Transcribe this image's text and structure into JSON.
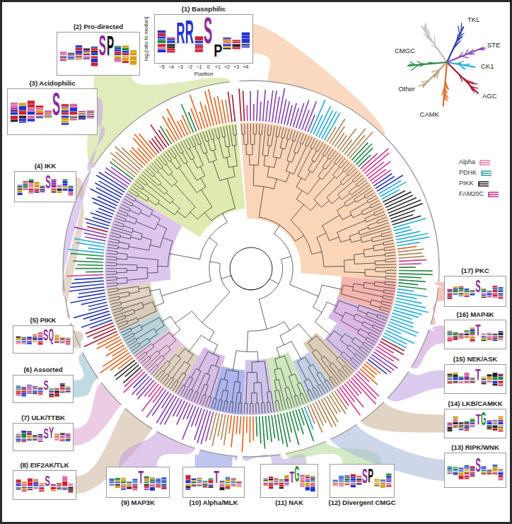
{
  "diagram": {
    "nodes": [
      {
        "text": [
          "(1) Basophilic"
        ]
      },
      {
        "text": [
          "(2) Pro-directed"
        ]
      },
      {
        "text": [
          "(3) Acidophilic"
        ]
      },
      {
        "text": [
          "(4) IKK"
        ]
      },
      {
        "text": [
          "(5) PIKK"
        ]
      },
      {
        "text": [
          "(6) Assorted"
        ]
      },
      {
        "text": [
          "(7) ULK/TTBK"
        ]
      },
      {
        "text": [
          "(8) EIF2AK/TLK"
        ]
      },
      {
        "text": [
          "(9) MAP3K"
        ]
      },
      {
        "text": [
          "(10) Alpha/MLK"
        ]
      },
      {
        "text": [
          "(11) NAK"
        ]
      },
      {
        "text": [
          "(12) Divergent CMGC"
        ]
      },
      {
        "text": [
          "(13) RIPK/WNK"
        ]
      },
      {
        "text": [
          "(14) LKB/CAMKK"
        ]
      },
      {
        "text": [
          "(15) NEK/ASK"
        ]
      },
      {
        "text": [
          "(16) MAP4K"
        ]
      },
      {
        "text": [
          "(17) PKC"
        ]
      }
    ],
    "labels": [
      "log₂[ratio to median]",
      "−5",
      "−4",
      "−3",
      "−2",
      "−1",
      "0",
      "+1",
      "+2",
      "+3",
      "+4",
      "Position",
      "TKL",
      "STE",
      "CMGC",
      "CK1",
      "Other",
      "AGC",
      "CAMK",
      "R",
      "R",
      "S",
      "P",
      "S",
      "P",
      "S",
      "S",
      "S",
      "Q",
      "S",
      "S",
      "Y",
      "S",
      "T",
      "T",
      "T",
      "G",
      "S",
      "P",
      "S",
      "T",
      "G",
      "T",
      "T",
      "S"
    ],
    "legend": [
      {
        "text": "Alpha",
        "color": "#e87aa8"
      },
      {
        "text": "PDHK",
        "color": "#3a9a9a"
      },
      {
        "text": "PIKK",
        "color": "#1a1a1a"
      },
      {
        "text": "FAM20C",
        "color": "#d02a8a"
      }
    ]
  }
}
